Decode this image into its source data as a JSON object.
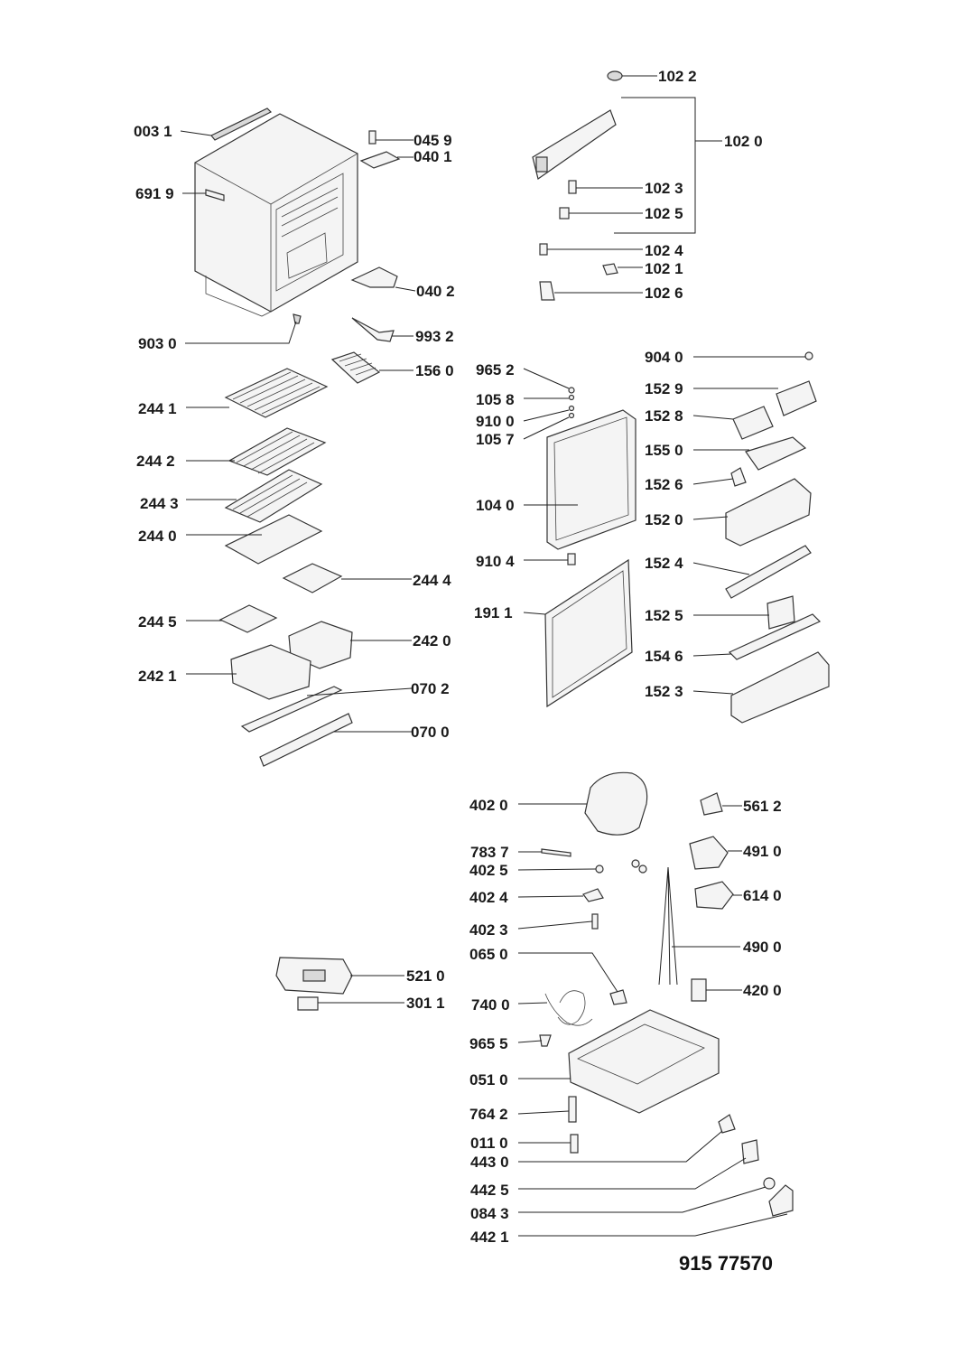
{
  "diagram": {
    "document_number": "915 77570",
    "labels": {
      "l0031": "003 1",
      "l0459": "045 9",
      "l0401": "040 1",
      "l6919": "691 9",
      "l0402": "040 2",
      "l9030": "903 0",
      "l9932": "993 2",
      "l1560": "156 0",
      "l2441": "244 1",
      "l2442": "244 2",
      "l2443": "244 3",
      "l2440": "244 0",
      "l2444": "244 4",
      "l2445": "244 5",
      "l2420": "242 0",
      "l2421": "242 1",
      "l0702": "070 2",
      "l0700": "070 0",
      "l1022": "102 2",
      "l1020": "102 0",
      "l1023": "102 3",
      "l1025": "102 5",
      "l1024": "102 4",
      "l1021": "102 1",
      "l1026": "102 6",
      "l9652": "965 2",
      "l1058": "105 8",
      "l9100": "910 0",
      "l1057": "105 7",
      "l1040": "104 0",
      "l9104": "910 4",
      "l1911": "191 1",
      "l9040": "904 0",
      "l1529": "152 9",
      "l1528": "152 8",
      "l1550": "155 0",
      "l1526": "152 6",
      "l1520": "152 0",
      "l1524": "152 4",
      "l1525": "152 5",
      "l1546": "154 6",
      "l1523": "152 3",
      "l4020": "402 0",
      "l5612": "561 2",
      "l7837": "783 7",
      "l4910": "491 0",
      "l4025": "402 5",
      "l4024": "402 4",
      "l6140": "614 0",
      "l4023": "402 3",
      "l0650": "065 0",
      "l4900": "490 0",
      "l5210": "521 0",
      "l3011": "301 1",
      "l7400": "740 0",
      "l4200": "420 0",
      "l9655": "965 5",
      "l0510": "051 0",
      "l7642": "764 2",
      "l0110": "011 0",
      "l4430": "443 0",
      "l4425": "442 5",
      "l0843": "084 3",
      "l4421": "442 1"
    }
  }
}
